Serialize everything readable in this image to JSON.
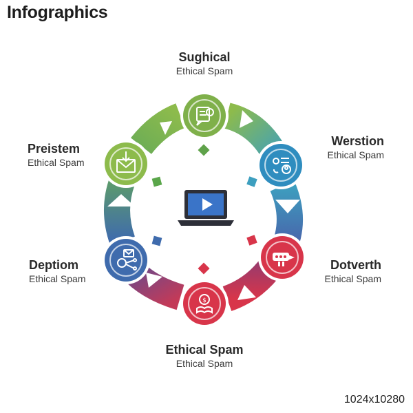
{
  "title": "Infographics",
  "footer_text": "1024x10280",
  "colors": {
    "green": "#8dbb4c",
    "teal": "#3d9fbf",
    "blue": "#3f6bad",
    "red": "#d8354a",
    "magenta": "#a03563",
    "purple": "#6a4a8c"
  },
  "center_icon": "laptop-play-icon",
  "nodes": [
    {
      "title": "Sughical",
      "subtitle": "Ethical Spam",
      "icon": "document-chat-icon",
      "color": "#7fb04a"
    },
    {
      "title": "Werstion",
      "subtitle": "Ethical Spam",
      "icon": "user-settings-icon",
      "color": "#2f8dbf"
    },
    {
      "title": "Dotverth",
      "subtitle": "Ethical Spam",
      "icon": "ribbon-badge-icon",
      "color": "#d8354a"
    },
    {
      "title": "Ethical Spam",
      "subtitle": "Ethical Spam",
      "icon": "money-book-icon",
      "color": "#d8354a"
    },
    {
      "title": "Deptiom",
      "subtitle": "Ethical Spam",
      "icon": "mail-network-icon",
      "color": "#3f6bad"
    },
    {
      "title": "Preistem",
      "subtitle": "Ethical Spam",
      "icon": "mail-download-icon",
      "color": "#8dbb4c"
    }
  ]
}
